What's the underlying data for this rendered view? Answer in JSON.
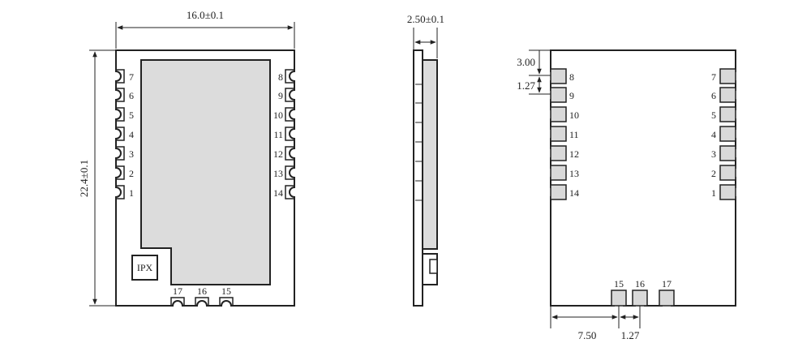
{
  "top_view": {
    "width_dim": "16.0±0.1",
    "height_dim": "22.4±0.1",
    "ipx_label": "IPX",
    "left_pins": [
      "7",
      "6",
      "5",
      "4",
      "3",
      "2",
      "1"
    ],
    "right_pins": [
      "8",
      "9",
      "10",
      "11",
      "12",
      "13",
      "14"
    ],
    "bottom_pins": [
      "17",
      "16",
      "15"
    ]
  },
  "side_view": {
    "thickness_dim": "2.50±0.1"
  },
  "bottom_view": {
    "left_pins": [
      "8",
      "9",
      "10",
      "11",
      "12",
      "13",
      "14"
    ],
    "right_pins": [
      "7",
      "6",
      "5",
      "4",
      "3",
      "2",
      "1"
    ],
    "bottom_pins": [
      "15",
      "16",
      "17"
    ],
    "dim_top_offset": "3.00",
    "dim_pitch": "1.27",
    "dim_bottom_offset": "7.50",
    "dim_bottom_pitch": "1.27"
  },
  "colors": {
    "outline": "#222222",
    "shield_fill": "#dcdcdc",
    "pad_fill": "#d9d9d9"
  }
}
